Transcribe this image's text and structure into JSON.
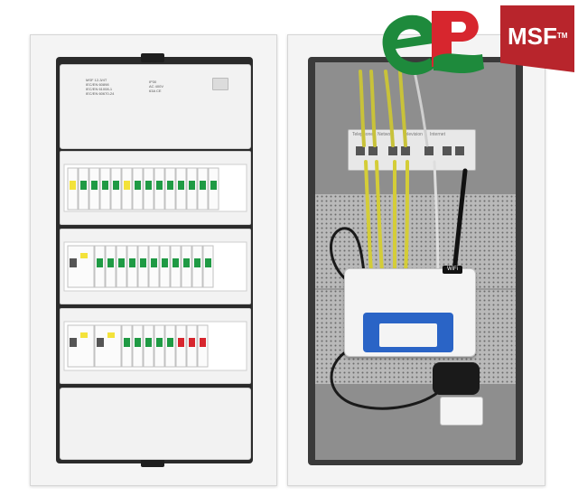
{
  "brand": {
    "logo_letters": "eP",
    "badge_text": "MSF",
    "badge_tm": "TM",
    "logo_green": "#1e8a3c",
    "logo_red": "#d7262e",
    "badge_color": "#b8252c"
  },
  "left_cabinet": {
    "top_module": {
      "spec_lines": [
        "MSF 12-3/4T",
        "IEC/EN 60898",
        "IEC/EN 61008-1",
        "IEC/EN 60670-24"
      ],
      "rating_lines": [
        "IP30",
        "AC 400V",
        "63A CE"
      ]
    },
    "breaker_colors": {
      "green": "#1f9a44",
      "yellow": "#f3e23a",
      "red": "#d7262e"
    }
  },
  "right_cabinet": {
    "patch_panel_labels": [
      "Telephone",
      "Network",
      "Television",
      "Internet"
    ],
    "router_badge": "WiFi"
  }
}
